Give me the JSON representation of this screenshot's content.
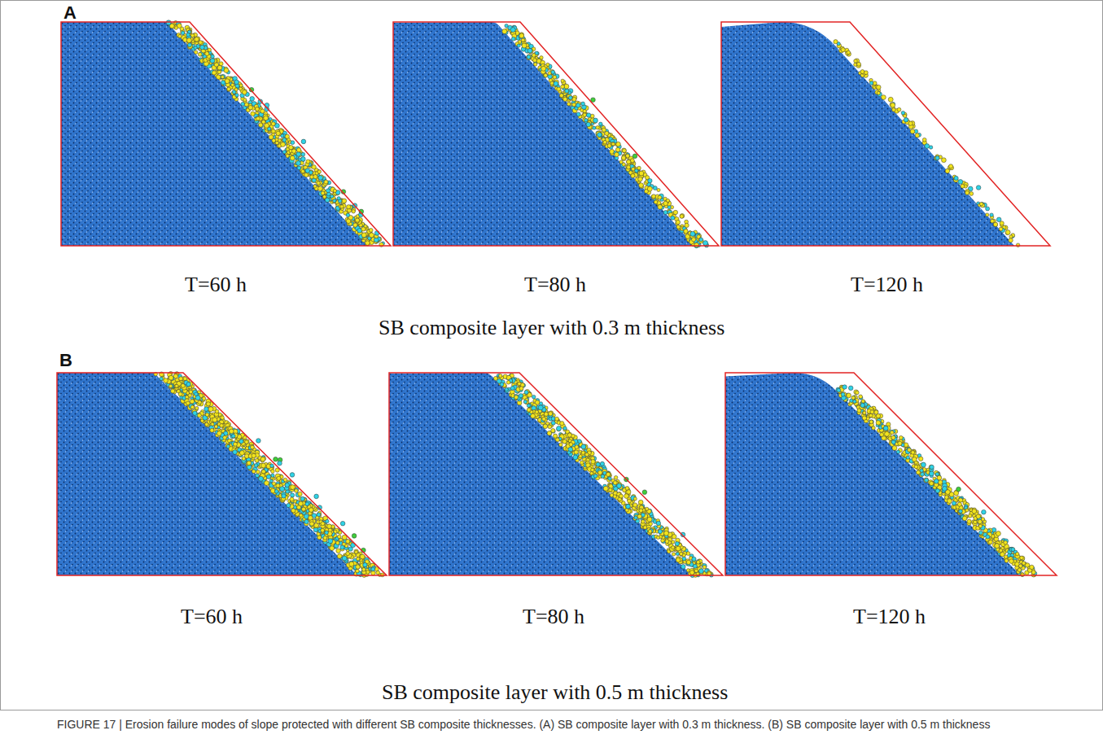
{
  "diagram": {
    "caption": "FIGURE 17 | Erosion failure modes of slope protected with different SB composite thicknesses. (A) SB composite layer with 0.3 m thickness. (B) SB composite layer with 0.5 m thickness",
    "labels": [
      "A",
      "T=60 h",
      "T=80 h",
      "T=120 h",
      "SB composite layer with 0.3 m thickness",
      "B",
      "T=60 h",
      "T=80 h",
      "T=120 h",
      "SB composite layer with 0.5 m thickness"
    ]
  }
}
